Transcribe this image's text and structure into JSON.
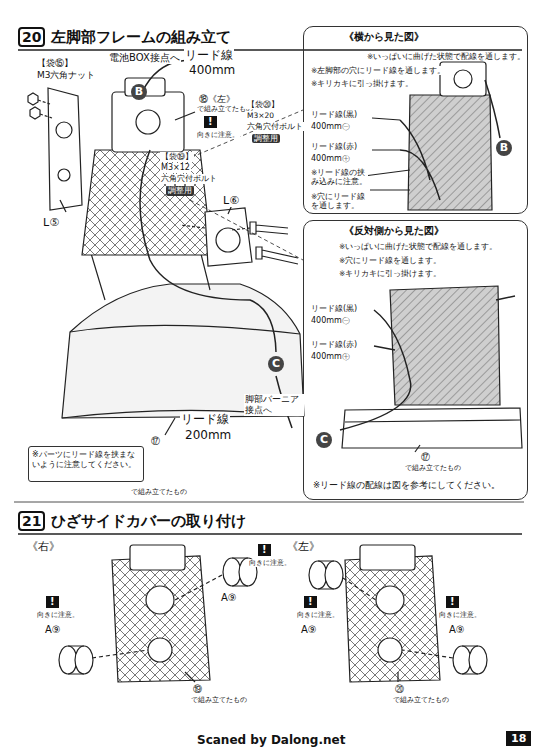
{
  "diagram": {
    "nodes": [
      {
        "text": [
          "20",
          "左脚部フレームの組み立て"
        ]
      },
      {
        "text": [
          "《横から見た図》"
        ]
      },
      {
        "text": [
          "《反対側から見た図》"
        ]
      },
      {
        "text": [
          "※パーツにリード線を挟まないように注意してください。"
        ]
      },
      {
        "text": [
          "21",
          "ひざサイドカバーの取り付け"
        ]
      }
    ],
    "labels": [
      "【袋⑮】",
      "M3六角ナット",
      "L⑤",
      "電池BOX接点へ",
      "リード線",
      "400mm",
      "B",
      "⑱《左》",
      "で組み立てたもの",
      "!",
      "向きに注意。",
      "【袋⑳】",
      "M3×20",
      "六角穴付ボルト",
      "調整用",
      "【袋⑲】",
      "M3×12",
      "六角穴付ボルト",
      "調整用",
      "L⑥",
      "C",
      "脚部バーニア接点へ",
      "リード線",
      "200mm",
      "⑰",
      "で組み立てたもの",
      "※いっぱいに曲げた状態で配線を通します。",
      "※左脚部の穴にリード線を通します。",
      "※キリカキに引っ掛けます。",
      "リード線(黒)",
      "400mm㊀",
      "リード線(赤)",
      "400mm㊉",
      "※リード線の挟み込みに注意。",
      "※穴にリード線を通します。",
      "B",
      "※いっぱいに曲げた状態で配線を通します。",
      "※穴にリード線を通します。",
      "※キリカキに引っ掛けます。",
      "リード線(黒)",
      "400mm㊀",
      "リード線(赤)",
      "400mm㊉",
      "C",
      "⑰",
      "で組み立てたもの",
      "※リード線の配線は図を参考にしてください。",
      "《右》",
      "!",
      "向きに注意。",
      "A⑨",
      "!",
      "向きに注意。",
      "A⑨",
      "⑲",
      "で組み立てたもの",
      "《左》",
      "!",
      "向きに注意。",
      "A⑨",
      "!",
      "向きに注意。",
      "A⑨",
      "⑳",
      "で組み立てたもの",
      "Scaned by Dalong.net",
      "18"
    ]
  }
}
